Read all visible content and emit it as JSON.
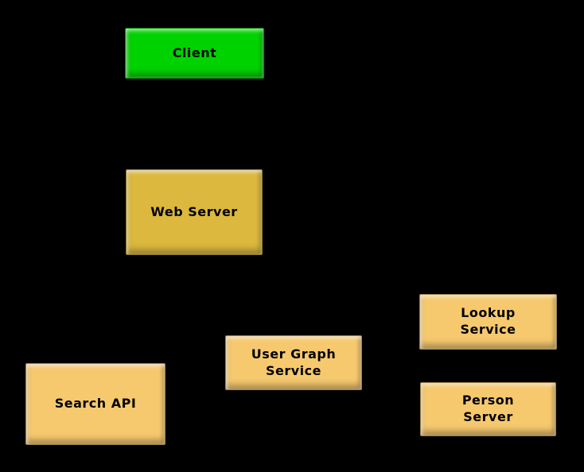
{
  "diagram": {
    "background_color": "#000000",
    "text_color": "#000000",
    "nodes": [
      {
        "id": "client",
        "label": "Client",
        "fill": "#00d200"
      },
      {
        "id": "web-server",
        "label": "Web Server",
        "fill": "#dcb83e"
      },
      {
        "id": "search-api",
        "label": "Search API",
        "fill": "#f6c96f"
      },
      {
        "id": "user-graph-service",
        "label": "User Graph\nService",
        "fill": "#f6c96f"
      },
      {
        "id": "lookup-service",
        "label": "Lookup\nService",
        "fill": "#f6c96f"
      },
      {
        "id": "person-server",
        "label": "Person\nServer",
        "fill": "#f6c96f"
      }
    ]
  }
}
